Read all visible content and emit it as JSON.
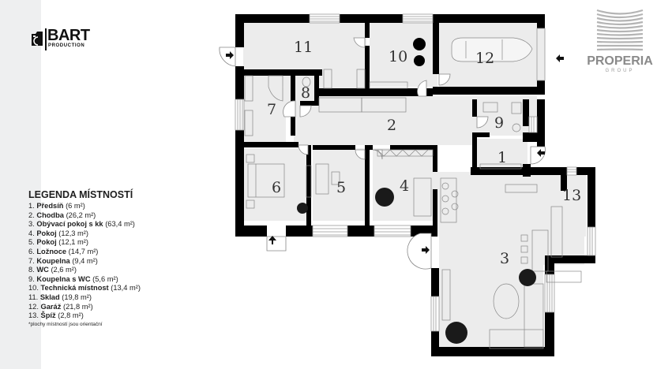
{
  "brand_left": {
    "name": "BART",
    "subtitle": "PRODUCTION",
    "icon": "camera-icon"
  },
  "brand_right": {
    "name": "PROPERIA",
    "subtitle": "GROUP",
    "icon": "wave-lines-icon"
  },
  "legend": {
    "title": "LEGENDA MÍSTNOSTÍ",
    "items": [
      {
        "no": "1.",
        "name": "Předsíň",
        "area": "(6 m²)"
      },
      {
        "no": "2.",
        "name": "Chodba",
        "area": "(26,2 m²)"
      },
      {
        "no": "3.",
        "name": "Obývací pokoj s kk",
        "area": "(63,4 m²)"
      },
      {
        "no": "4.",
        "name": "Pokoj",
        "area": "(12,3 m²)"
      },
      {
        "no": "5.",
        "name": "Pokoj",
        "area": "(12,1 m²)"
      },
      {
        "no": "6.",
        "name": "Ložnoce",
        "area": "(14,7 m²)"
      },
      {
        "no": "7.",
        "name": "Koupelna",
        "area": "(9,4 m²)"
      },
      {
        "no": "8.",
        "name": "WC",
        "area": "(2,6 m²)"
      },
      {
        "no": "9.",
        "name": "Koupelna s WC",
        "area": "(5,6 m²)"
      },
      {
        "no": "10.",
        "name": "Technická místnost",
        "area": "(13,4 m²)"
      },
      {
        "no": "11.",
        "name": "Sklad",
        "area": "(19,8 m²)"
      },
      {
        "no": "12.",
        "name": "Garáž",
        "area": "(21,8 m²)"
      },
      {
        "no": "13.",
        "name": "Špíž",
        "area": "(2,8 m²)"
      }
    ],
    "note": "*plochy místností jsou orientační"
  },
  "plan": {
    "room_labels": {
      "r1": "1",
      "r2": "2",
      "r3": "3",
      "r4": "4",
      "r5": "5",
      "r6": "6",
      "r7": "7",
      "r8": "8",
      "r9": "9",
      "r10": "10",
      "r11": "11",
      "r12": "12",
      "r13": "13"
    },
    "entrances": [
      "entrance-arrow-sklad",
      "entrance-arrow-garaz",
      "entrance-arrow-predsin",
      "entrance-arrow-loznice",
      "entrance-arrow-obyvaci"
    ],
    "colors": {
      "wall": "#000000",
      "floor": "#ececec",
      "furniture_line": "#777777",
      "plant": "#1a1a1a"
    }
  }
}
